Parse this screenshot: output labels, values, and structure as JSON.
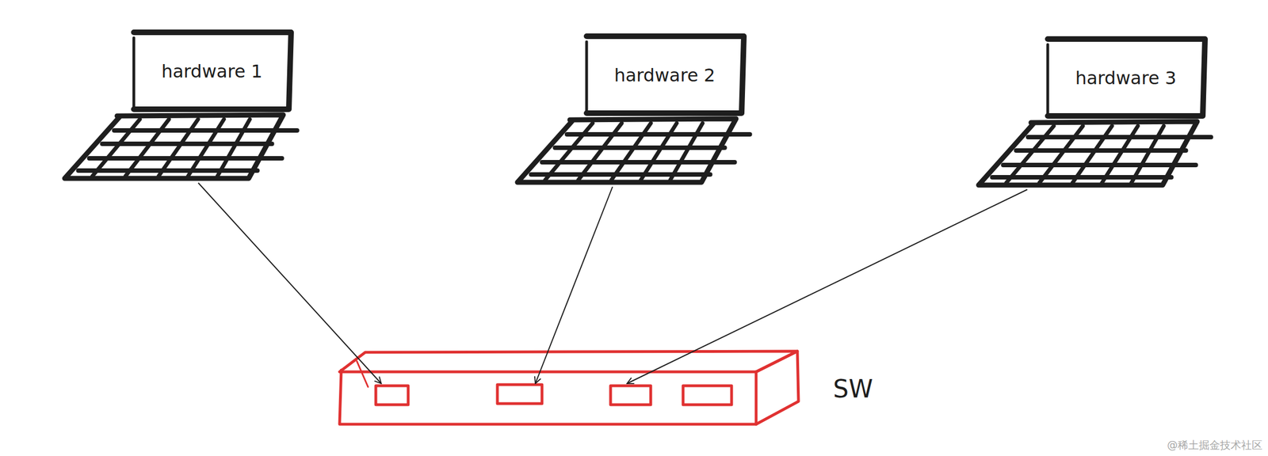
{
  "diagram": {
    "nodes": [
      {
        "text": [
          "hardware 1"
        ]
      },
      {
        "text": [
          "hardware 2"
        ]
      },
      {
        "text": [
          "hardware 3"
        ]
      },
      {
        "text": [
          "SW"
        ]
      }
    ],
    "edges": [
      {
        "from": 0,
        "to": 3,
        "arrow": "to"
      },
      {
        "from": 1,
        "to": 3,
        "arrow": "to"
      },
      {
        "from": 2,
        "to": 3,
        "arrow": "to"
      }
    ],
    "labels": [
      "@稀土掘金技术社区"
    ]
  }
}
